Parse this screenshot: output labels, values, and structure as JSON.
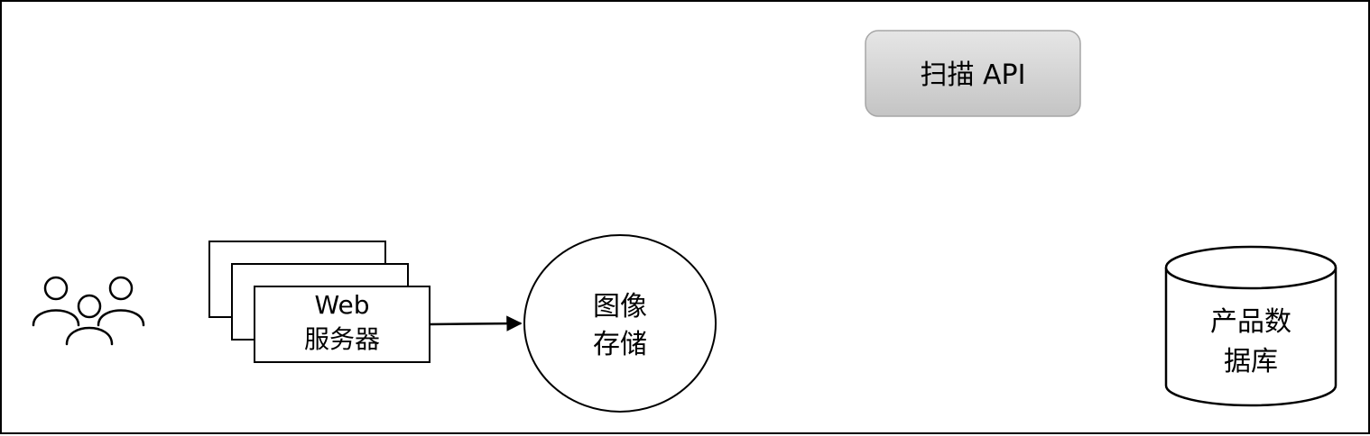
{
  "nodes": {
    "scan_api": {
      "label": "扫描 API"
    },
    "web_server": {
      "lines": [
        "Web",
        "服务器"
      ]
    },
    "image_store": {
      "lines": [
        "图像",
        "存储"
      ]
    },
    "product_db": {
      "lines": [
        "产品数",
        "据库"
      ]
    }
  },
  "icons": {
    "users": "users-group-icon"
  },
  "colors": {
    "stroke": "#000000",
    "scan_fill_top": "#e6e6e6",
    "scan_fill_bottom": "#c4c4c4",
    "scan_border": "#a6a6a6"
  }
}
